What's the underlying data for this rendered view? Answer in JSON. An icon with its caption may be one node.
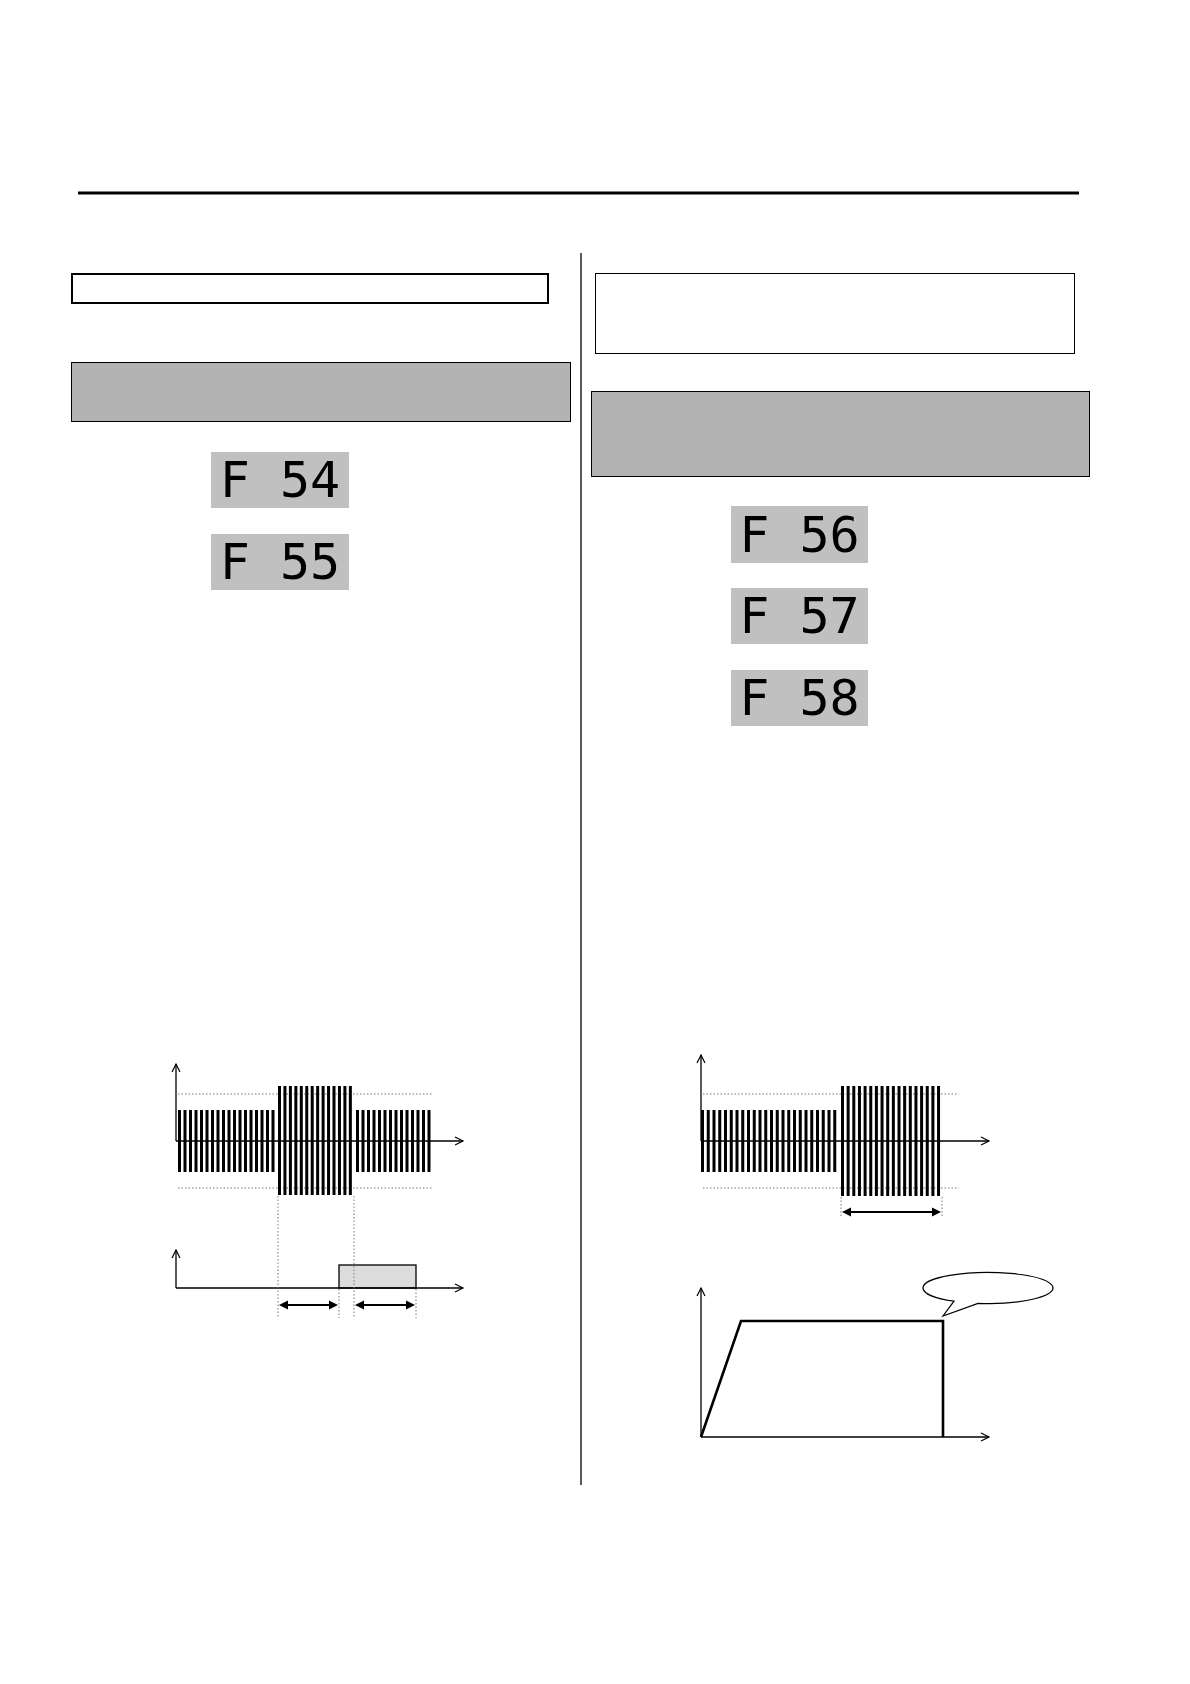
{
  "diagram": {
    "nodes": [
      {
        "text": [],
        "shape": "box"
      },
      {
        "text": [],
        "shape": "box"
      },
      {
        "text": [
          "F 54"
        ]
      },
      {
        "text": [
          "F 55"
        ]
      },
      {
        "text": [],
        "shape": "box"
      },
      {
        "text": [],
        "shape": "box"
      },
      {
        "text": [
          "F 56"
        ]
      },
      {
        "text": [
          "F 57"
        ]
      },
      {
        "text": [
          "F 58"
        ]
      },
      {
        "text": [],
        "shape": "bubble"
      }
    ]
  }
}
